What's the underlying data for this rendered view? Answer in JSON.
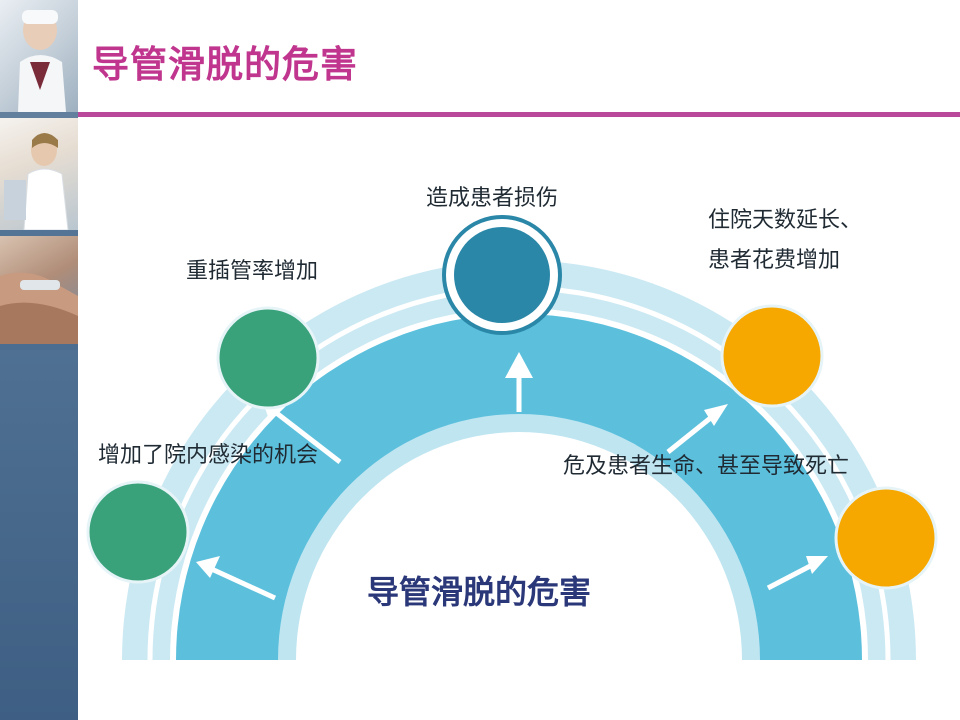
{
  "title": "导管滑脱的危害",
  "center_title": "导管滑脱的危害",
  "nodes": [
    {
      "label": "增加了院内感染的机会",
      "color": "#3aa27a"
    },
    {
      "label": "重插管率增加",
      "color": "#3aa27a"
    },
    {
      "label": "造成患者损伤",
      "color": "#2a87a8"
    },
    {
      "label_line1": "住院天数延长、",
      "label_line2": "患者花费增加",
      "color": "#f6a800"
    },
    {
      "label": "危及患者生命、甚至导致死亡",
      "color": "#f6a800"
    }
  ],
  "colors": {
    "title": "#c0368e",
    "rule": "#b9479a",
    "arch": "#5cc0dd",
    "center_title": "#2a3778"
  }
}
